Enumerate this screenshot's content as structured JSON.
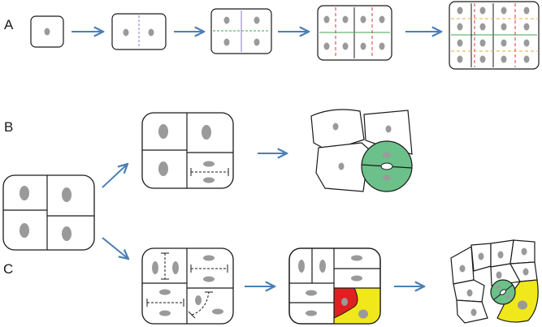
{
  "labels": {
    "a": "A",
    "b": "B",
    "c": "C"
  },
  "colors": {
    "outline": "#1a1a1a",
    "nucleus": "#9a9a9a",
    "arrow": "#4a7fb5",
    "division_purple": "#8a7ac8",
    "division_green": "#3aa84a",
    "division_red": "#d63a3a",
    "division_orange": "#e8a83a",
    "guard_cell_green": "#6cc08a",
    "meristemoid_red": "#e02020",
    "stomatal_lineage_yellow": "#f0e81a"
  }
}
